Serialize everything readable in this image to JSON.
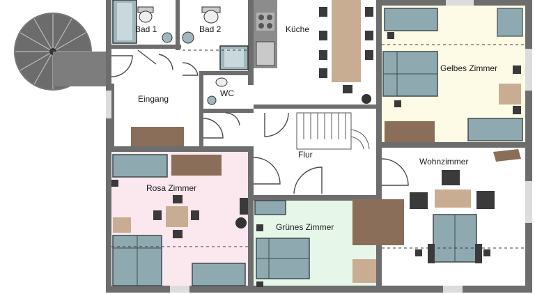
{
  "rooms": {
    "bad1": "Bad 1",
    "bad2": "Bad 2",
    "kueche": "Küche",
    "wc": "WC",
    "eingang": "Eingang",
    "gelbes": "Gelbes Zimmer",
    "flur": "Flur",
    "wohnzimmer": "Wohnzimmer",
    "rosa": "Rosa Zimmer",
    "gruenes": "Grünes Zimmer"
  },
  "colors": {
    "rosa_floor": "#fbe8ef",
    "gruen_floor": "#e6f7ea",
    "gelb_floor": "#fdfae6",
    "wall": "#6d6d6d",
    "furniture_blue": "#8fa9b0",
    "wood": "#c8ad92"
  }
}
